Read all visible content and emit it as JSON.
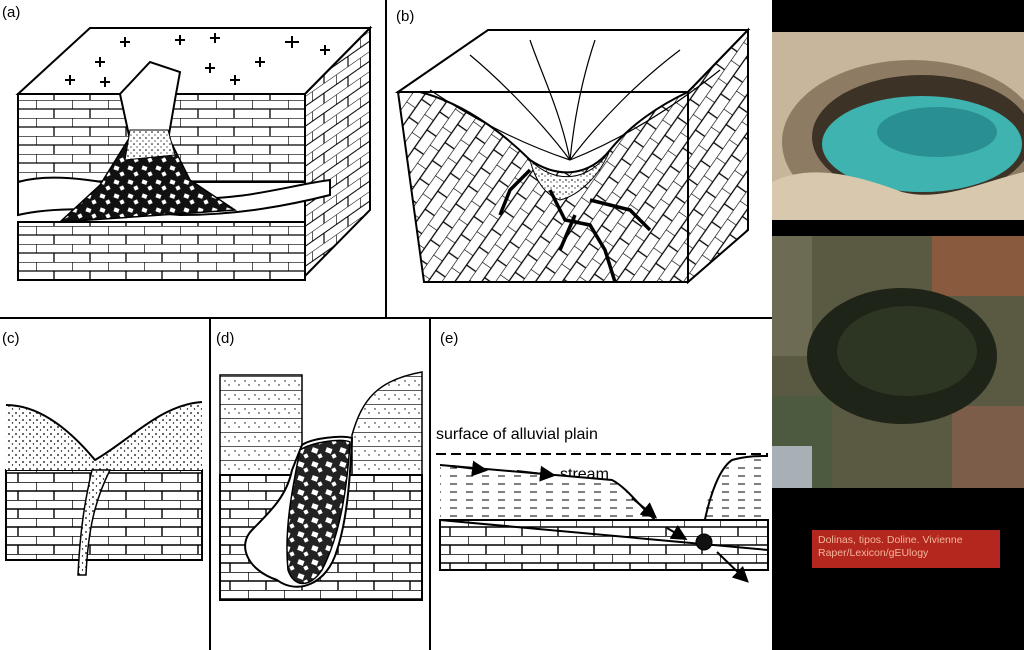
{
  "panels": {
    "a": {
      "label": "(a)"
    },
    "b": {
      "label": "(b)"
    },
    "c": {
      "label": "(c)"
    },
    "d": {
      "label": "(d)"
    },
    "e": {
      "label": "(e)"
    }
  },
  "annotations": {
    "surface": "surface of alluvial plain",
    "stream": "stream"
  },
  "caption": "Dolinas, tipos. Doline. Vivienne Raper/Lexicon/gEUlogy",
  "colors": {
    "background": "#000000",
    "caption_bg": "#b3271f",
    "caption_text": "#f2b59a",
    "water": "#3fb3b0"
  }
}
